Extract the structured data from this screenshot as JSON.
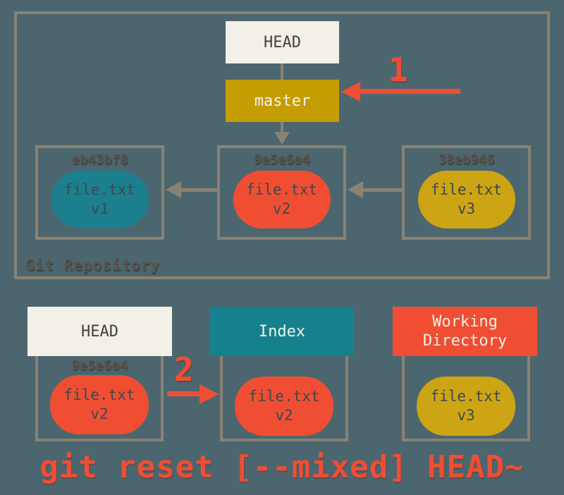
{
  "colors": {
    "background": "#4c6670",
    "border_gray": "#8a8272",
    "accent_red": "#f04e32",
    "gold": "#c49d03",
    "gold_pill": "#cda414",
    "teal": "#15818c",
    "offwhite": "#f2f0e7",
    "pill_text": "#3a4a52",
    "label_gray": "#5b544b"
  },
  "repository": {
    "label": "Git Repository",
    "head": "HEAD",
    "branch": "master",
    "commits": [
      {
        "hash": "eb43bf8",
        "file": "file.txt",
        "version": "v1"
      },
      {
        "hash": "9e5e6a4",
        "file": "file.txt",
        "version": "v2"
      },
      {
        "hash": "38eb946",
        "file": "file.txt",
        "version": "v3"
      }
    ]
  },
  "annotations": {
    "step1": "1",
    "step2": "2"
  },
  "areas": {
    "head": {
      "title": "HEAD",
      "hash": "9e5e6a4",
      "file": "file.txt",
      "version": "v2"
    },
    "index": {
      "title": "Index",
      "file": "file.txt",
      "version": "v2"
    },
    "working_directory": {
      "title": "Working Directory",
      "file": "file.txt",
      "version": "v3"
    }
  },
  "command": "git reset [--mixed] HEAD~"
}
